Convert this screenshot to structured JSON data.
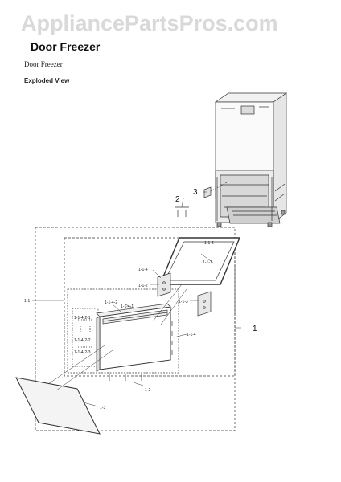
{
  "watermark": "AppliancePartsPros.com",
  "title": "Door Freezer",
  "subtitle": "Door Freezer",
  "section_label": "Exploded View",
  "callouts": {
    "c1": "1",
    "c2": "2",
    "c3": "3",
    "c1_1": "1-1",
    "c1_1_1": "1-1-1",
    "c1_1_2": "1-1-2",
    "c1_1_3": "1-1-3",
    "c1_1_4": "1-1-4",
    "c1_1_5": "1-1-5",
    "c1_1_4_1": "1-1-4-1",
    "c1_1_4_2": "1-1-4-2",
    "c1_1_4_2_1": "1-1-4-2-1",
    "c1_1_4_2_2": "1-1-4-2-2",
    "c1_1_4_2_3": "1-1-4-2-3",
    "c1_2": "1-2",
    "c1_3": "1-3"
  }
}
